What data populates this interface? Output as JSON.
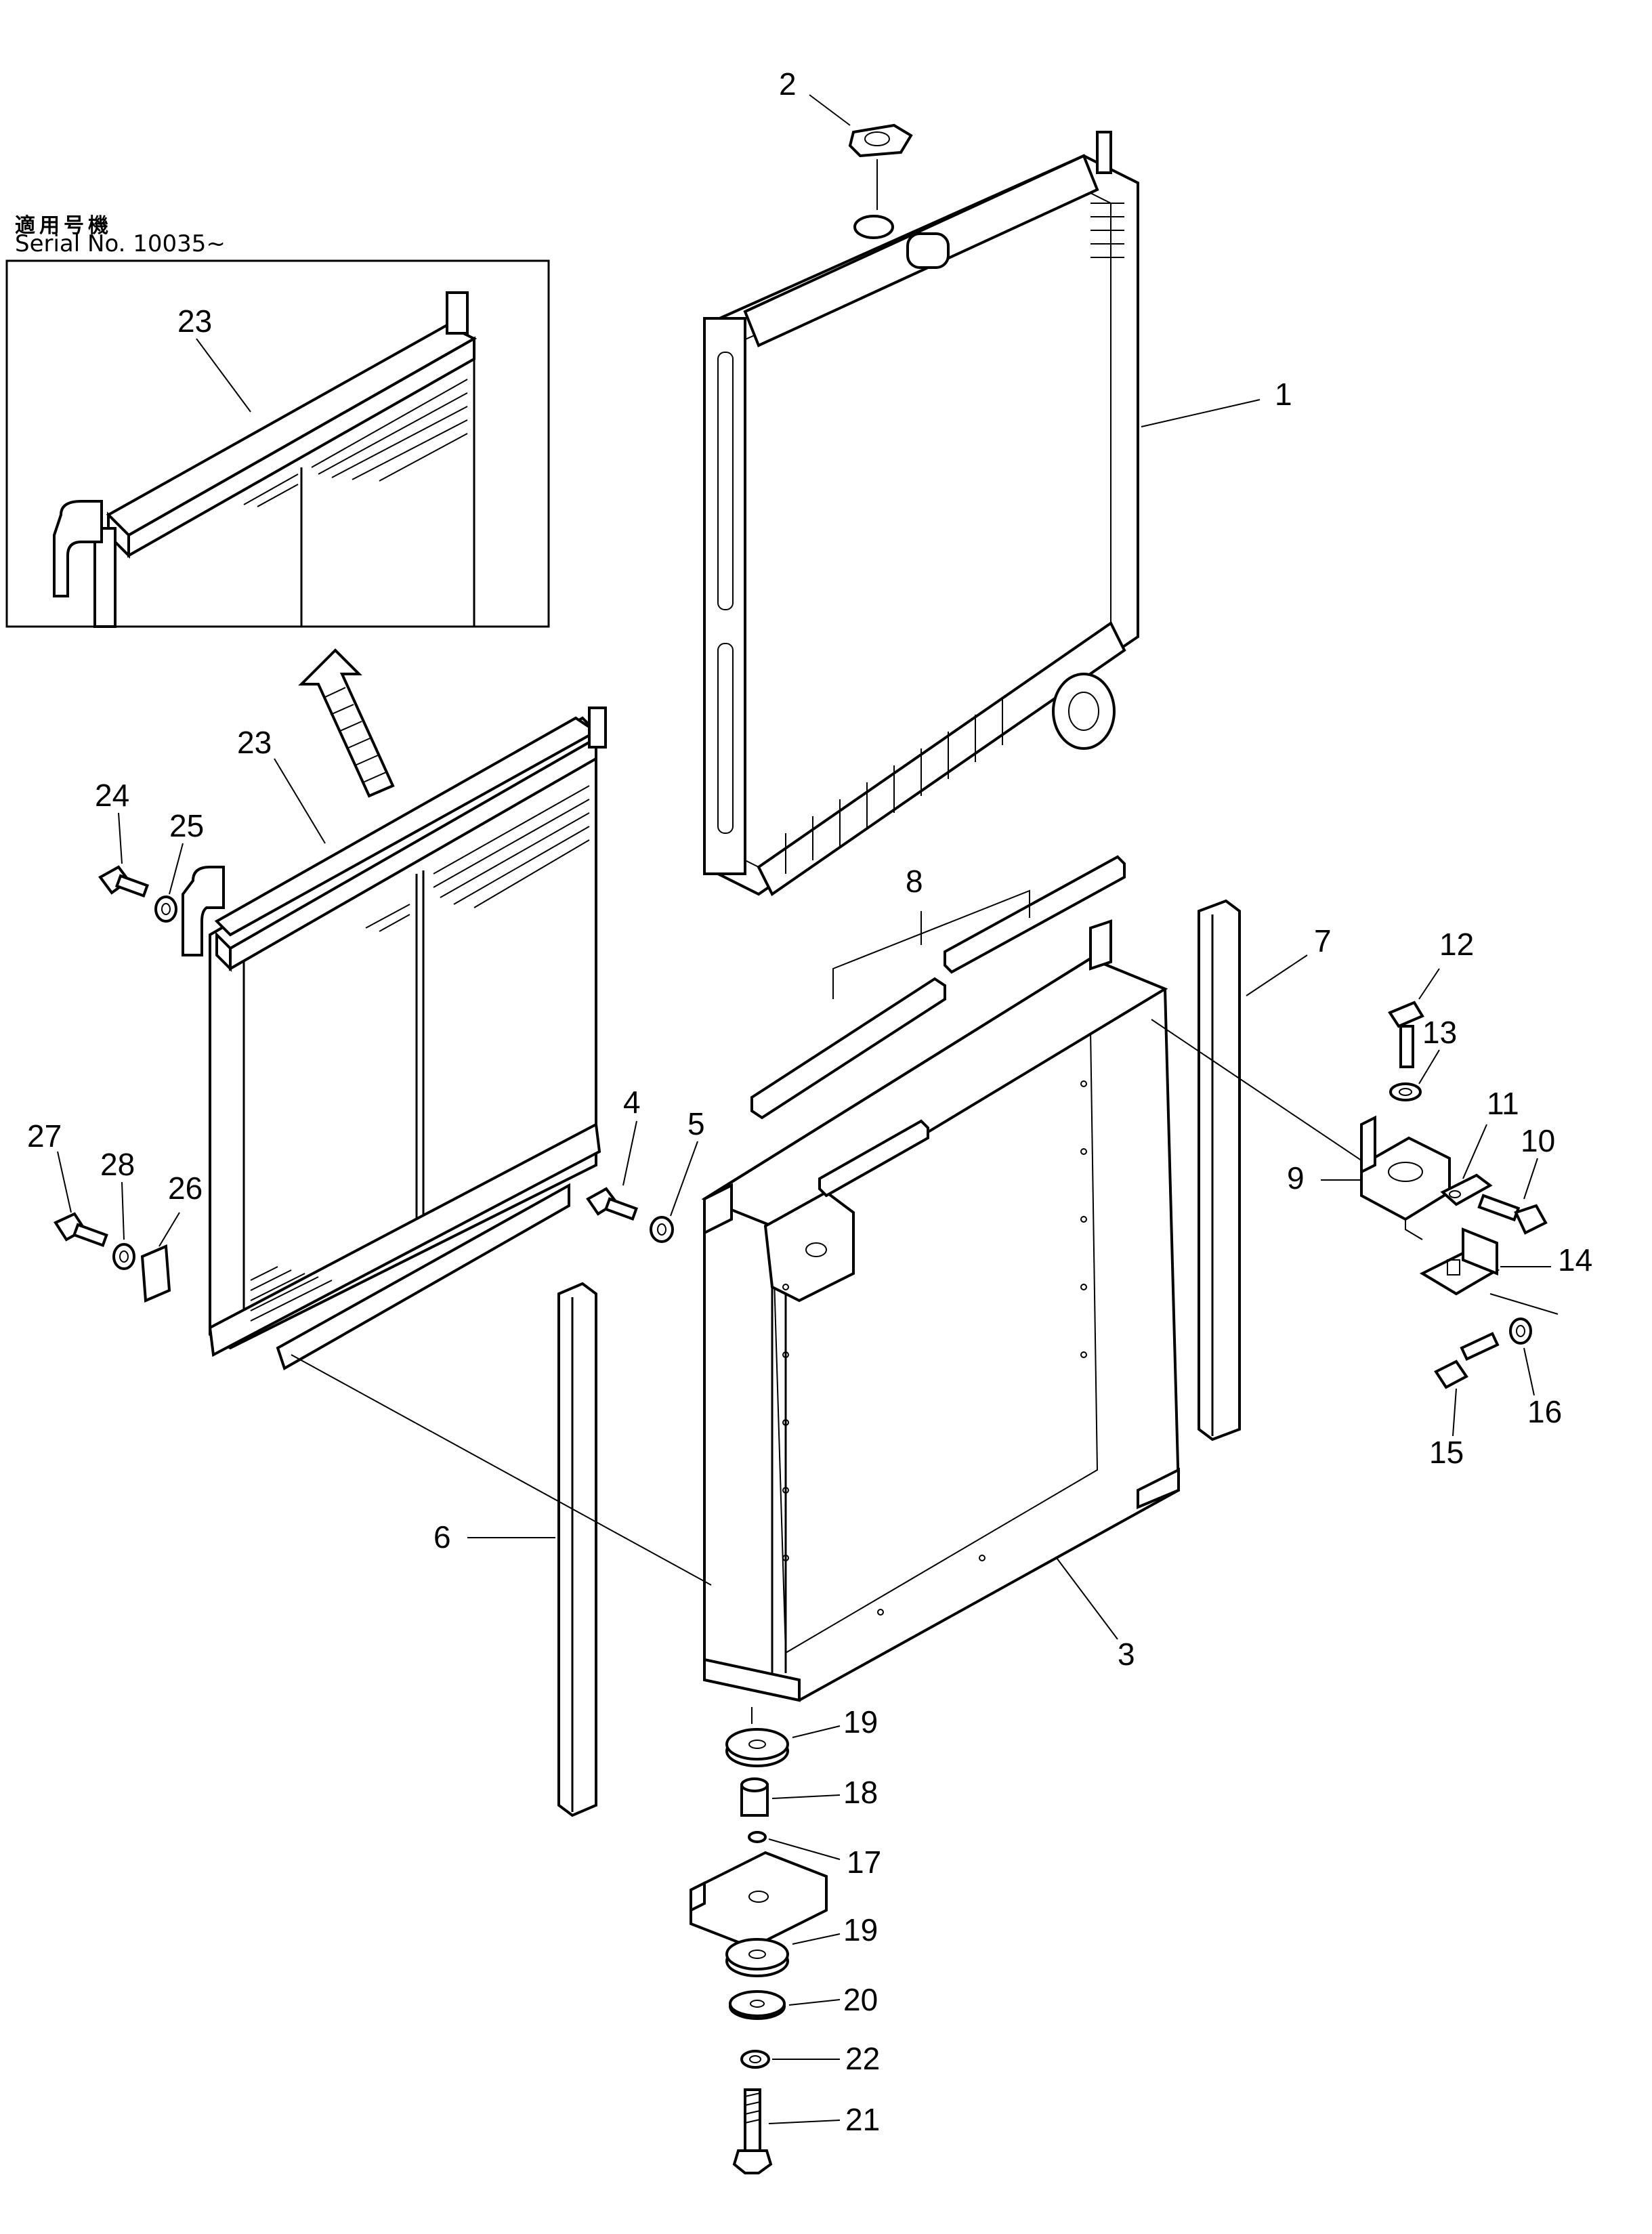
{
  "inset": {
    "applicability_label": "適用号機",
    "serial_label": "Serial  No.  10035~"
  },
  "callouts": {
    "c1": "1",
    "c2": "2",
    "c3": "3",
    "c4": "4",
    "c5": "5",
    "c6": "6",
    "c7": "7",
    "c8": "8",
    "c9": "9",
    "c10": "10",
    "c11": "11",
    "c12": "12",
    "c13": "13",
    "c14": "14",
    "c15": "15",
    "c16": "16",
    "c17": "17",
    "c18": "18",
    "c19a": "19",
    "c19b": "19",
    "c20": "20",
    "c21": "21",
    "c22": "22",
    "c23a": "23",
    "c23b": "23",
    "c24": "24",
    "c25": "25",
    "c26": "26",
    "c27": "27",
    "c28": "28"
  }
}
